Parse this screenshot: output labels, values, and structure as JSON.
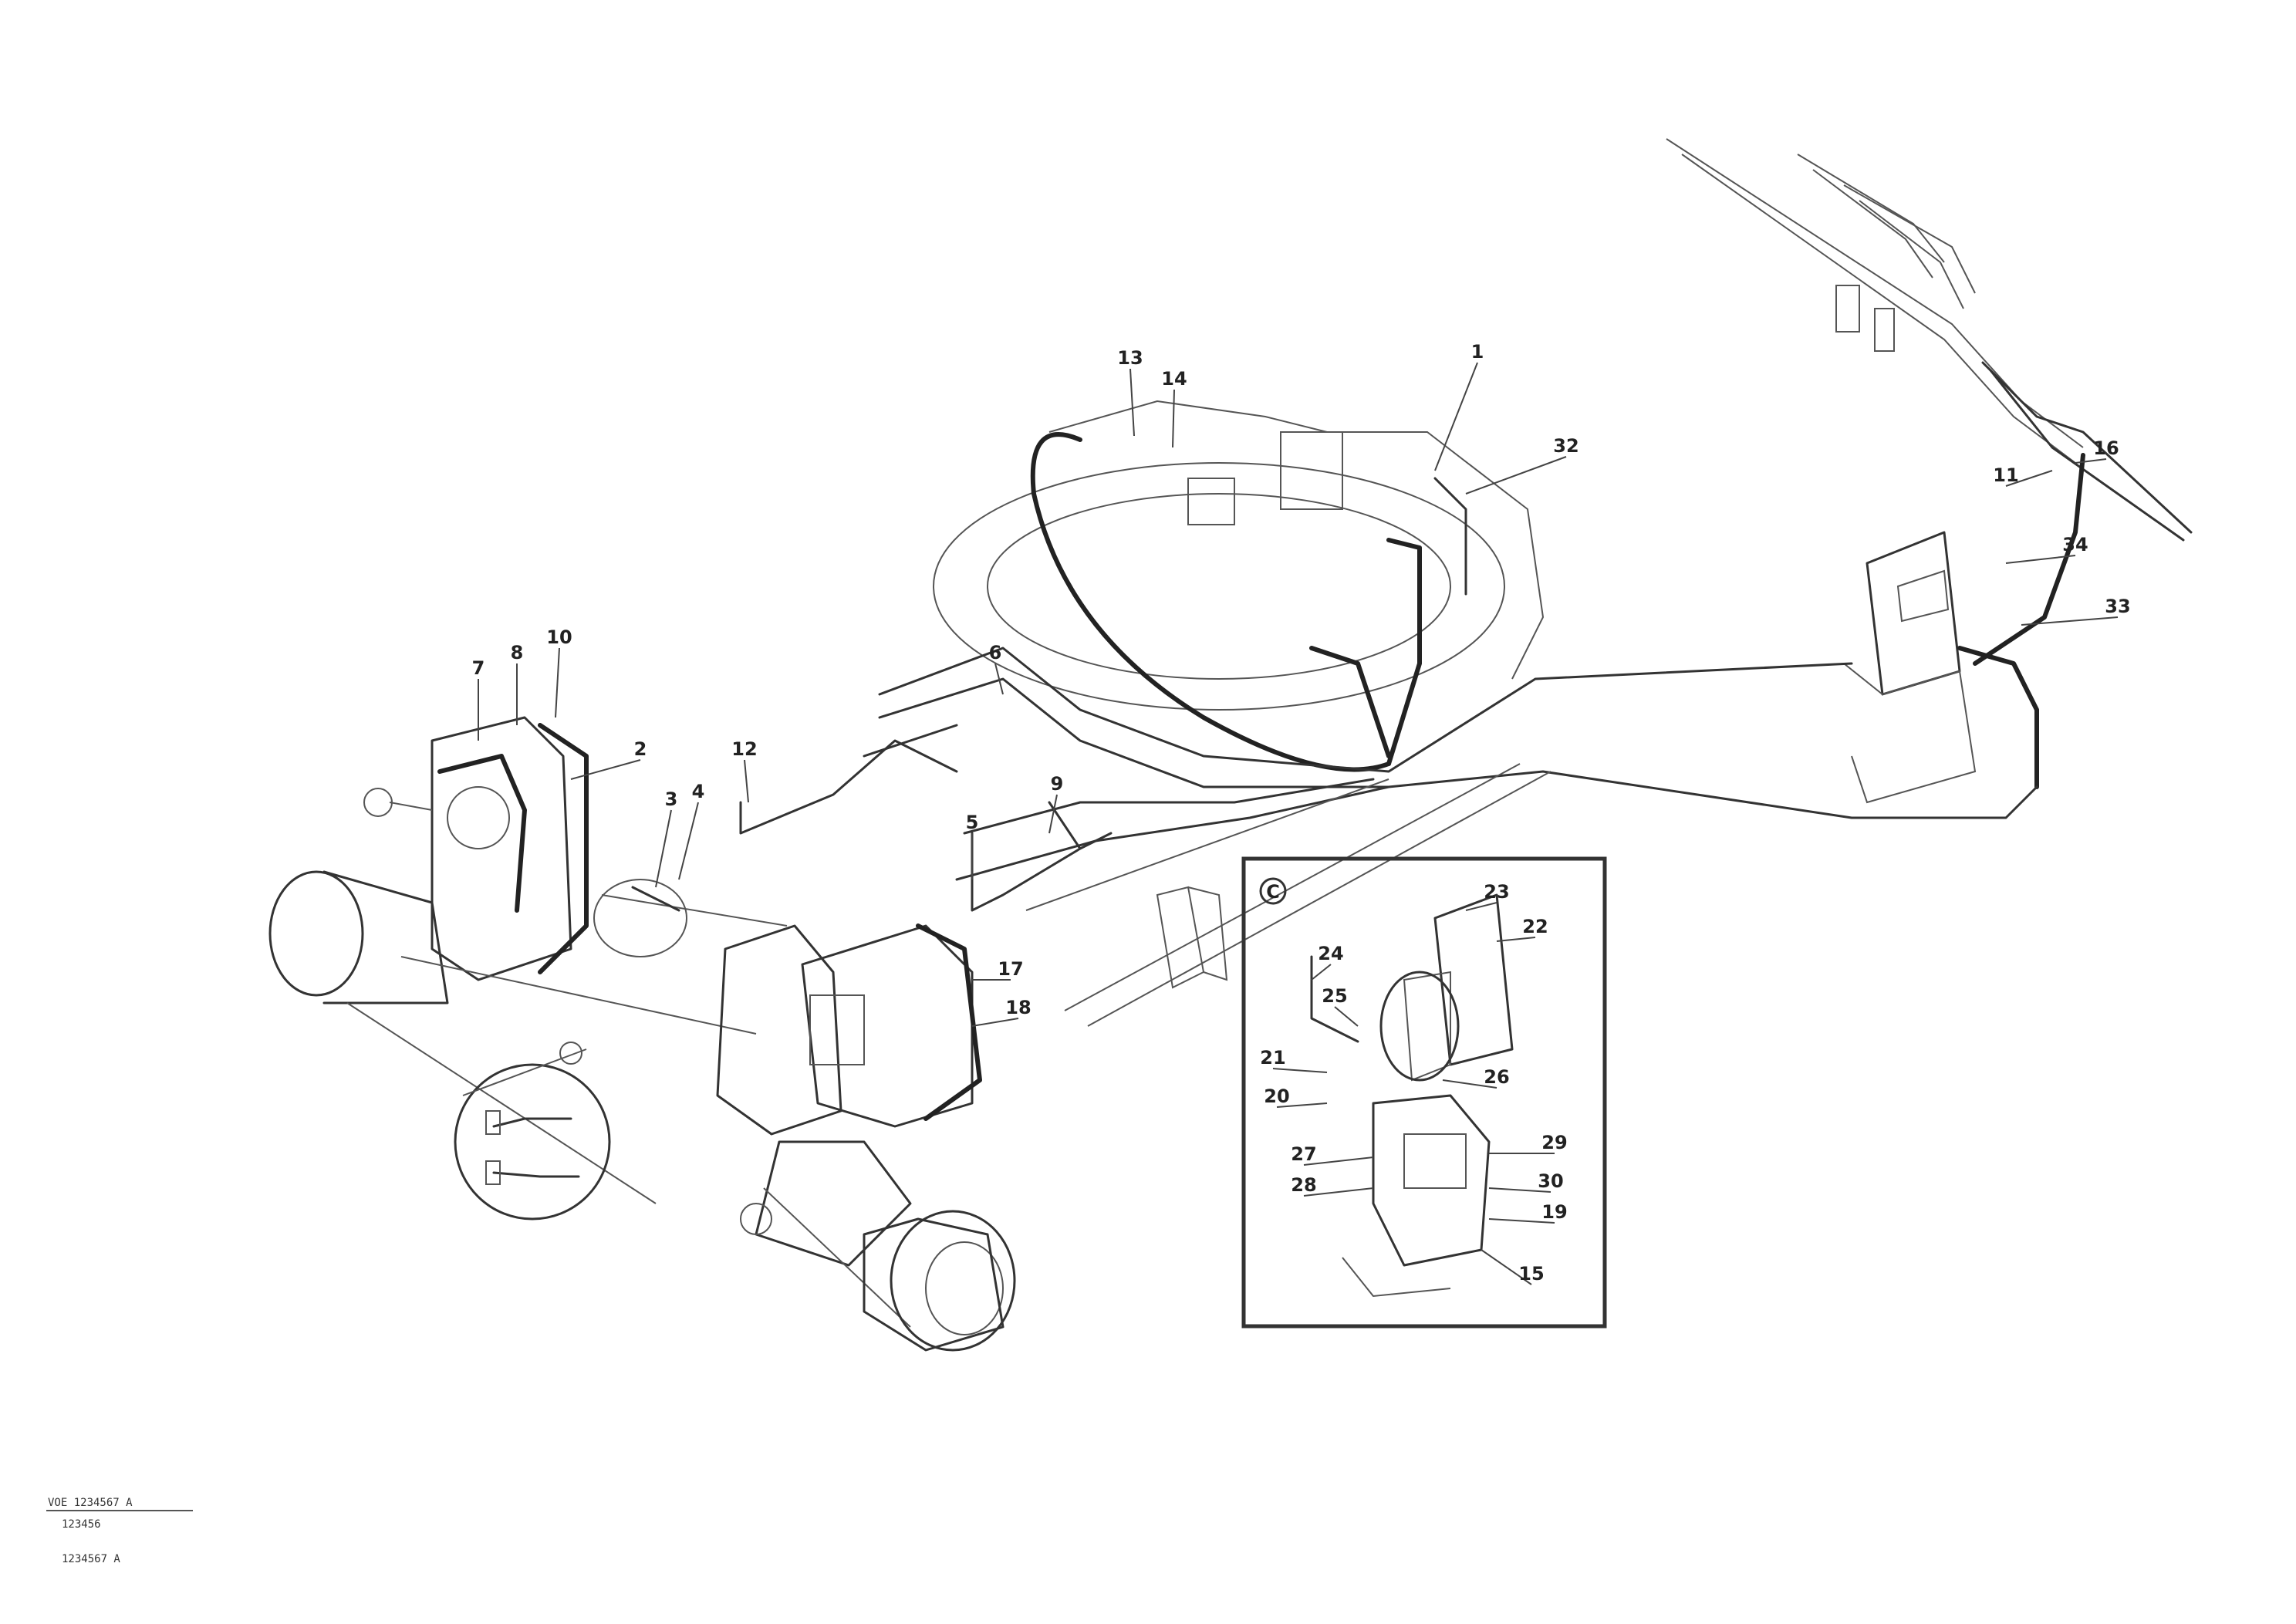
{
  "callouts": [
    {
      "id": "c1",
      "text": "13"
    },
    {
      "id": "c2",
      "text": "14"
    },
    {
      "id": "c3",
      "text": "1"
    },
    {
      "id": "c4",
      "text": "32"
    },
    {
      "id": "c5",
      "text": "11"
    },
    {
      "id": "c6",
      "text": "16"
    },
    {
      "id": "c7",
      "text": "34"
    },
    {
      "id": "c8",
      "text": "33"
    },
    {
      "id": "c9",
      "text": "7"
    },
    {
      "id": "c10",
      "text": "8"
    },
    {
      "id": "c11",
      "text": "10"
    },
    {
      "id": "c12",
      "text": "2"
    },
    {
      "id": "c13",
      "text": "6"
    },
    {
      "id": "c14",
      "text": "3"
    },
    {
      "id": "c15",
      "text": "4"
    },
    {
      "id": "c16",
      "text": "12"
    },
    {
      "id": "c17",
      "text": "9"
    },
    {
      "id": "c18",
      "text": "5"
    },
    {
      "id": "c19",
      "text": "17"
    },
    {
      "id": "c20",
      "text": "18"
    },
    {
      "id": "c21",
      "text": "23"
    },
    {
      "id": "c22",
      "text": "22"
    },
    {
      "id": "c23",
      "text": "24"
    },
    {
      "id": "c24",
      "text": "25"
    },
    {
      "id": "c25",
      "text": "21"
    },
    {
      "id": "c26",
      "text": "20"
    },
    {
      "id": "c27",
      "text": "26"
    },
    {
      "id": "c28",
      "text": "27"
    },
    {
      "id": "c29",
      "text": "28"
    },
    {
      "id": "c30",
      "text": "29"
    },
    {
      "id": "c31",
      "text": "30"
    },
    {
      "id": "c32",
      "text": "19"
    },
    {
      "id": "c33",
      "text": "15"
    }
  ],
  "detail": {
    "label": "C"
  },
  "footer": {
    "line1": "VOE 1234567 A",
    "line2": "123456",
    "line3": "1234567 A"
  }
}
